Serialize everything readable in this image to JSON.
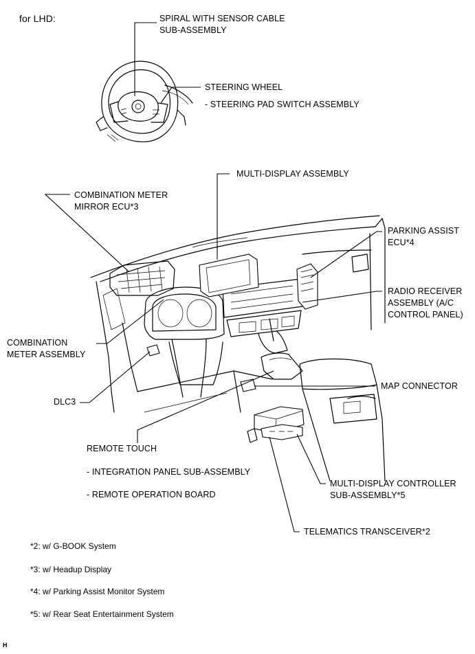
{
  "variant": "for LHD:",
  "labels": {
    "spiral": "SPIRAL WITH SENSOR CABLE\nSUB-ASSEMBLY",
    "steering_wheel": "STEERING WHEEL",
    "steering_pad": "- STEERING PAD SWITCH ASSEMBLY",
    "multi_display": "MULTI-DISPLAY ASSEMBLY",
    "combination_meter_mirror": "COMBINATION METER\nMIRROR ECU*3",
    "parking_assist": "PARKING ASSIST\nECU*4",
    "radio_receiver": "RADIO RECEIVER\nASSEMBLY (A/C\nCONTROL PANEL)",
    "combination_meter_assembly": "COMBINATION\nMETER ASSEMBLY",
    "map_connector": "MAP CONNECTOR",
    "dlc3": "DLC3",
    "remote_touch": "REMOTE TOUCH",
    "integration_panel": "- INTEGRATION PANEL SUB-ASSEMBLY",
    "remote_operation_board": "- REMOTE OPERATION BOARD",
    "multi_display_controller": "MULTI-DISPLAY CONTROLLER\nSUB-ASSEMBLY*5",
    "telematics": "TELEMATICS TRANSCEIVER*2"
  },
  "notes": [
    "*2: w/ G-BOOK System",
    "*3: w/ Headup Display",
    "*4: w/ Parking Assist Monitor System",
    "*5: w/ Rear Seat Entertainment System"
  ],
  "corner_mark": "H"
}
